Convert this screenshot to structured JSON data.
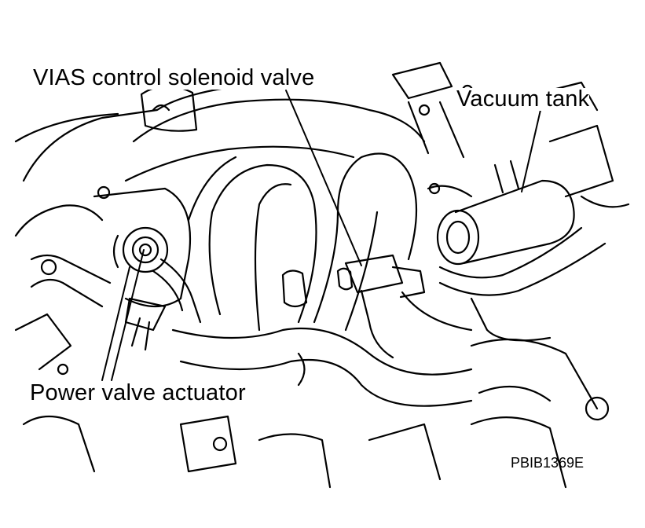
{
  "labels": {
    "vias_solenoid": "VIAS control solenoid valve",
    "vacuum_tank": "Vacuum tank",
    "power_valve_actuator": "Power valve actuator",
    "figure_code": "PBIB1369E"
  }
}
